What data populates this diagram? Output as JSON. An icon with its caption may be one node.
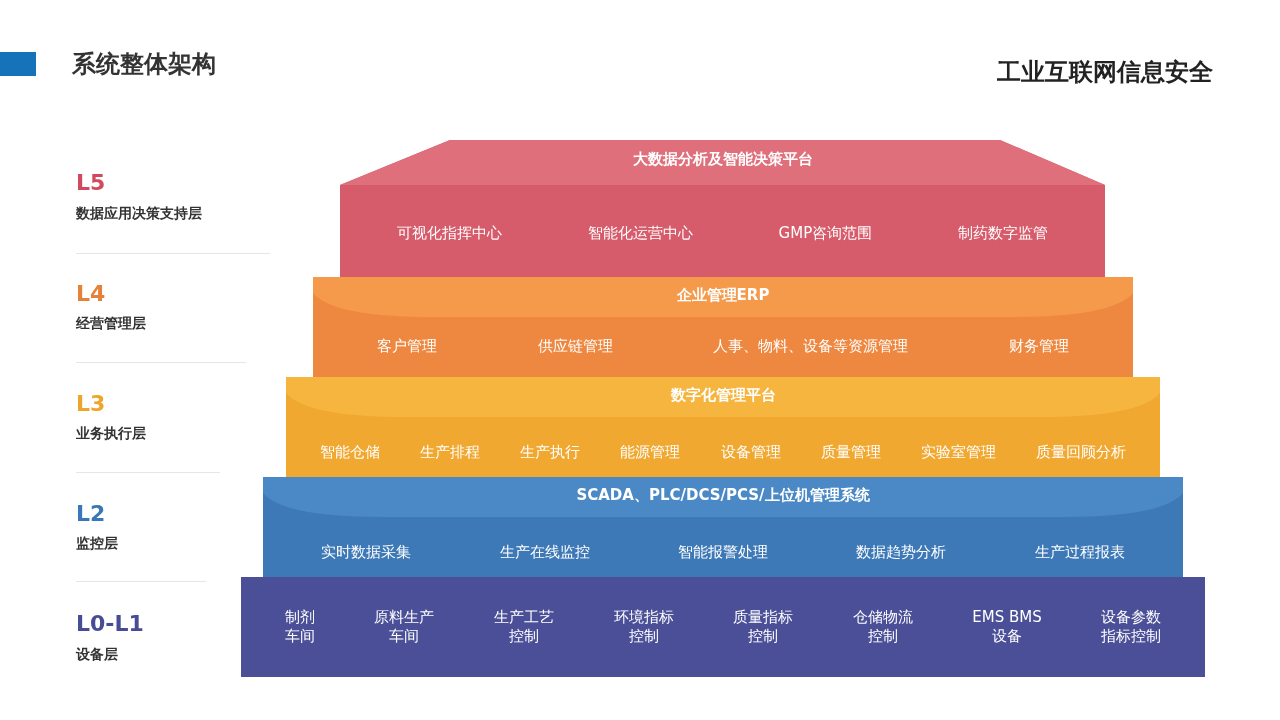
{
  "diagram": {
    "title": "系统整体架构",
    "nodes": [
      {
        "text": [
          "大数据分析及智能决策平台",
          "可视化指挥中心",
          "智能化运营中心",
          "GMP咨询范围",
          "制药数字监管"
        ]
      },
      {
        "text": [
          "企业管理ERP",
          "客户管理",
          "供应链管理",
          "人事、物料、设备等资源管理",
          "财务管理"
        ]
      },
      {
        "text": [
          "数字化管理平台",
          "智能仓储",
          "生产排程",
          "生产执行",
          "能源管理",
          "设备管理",
          "质量管理",
          "实验室管理",
          "质量回顾分析"
        ]
      },
      {
        "text": [
          "SCADA、PLC/DCS/PCS/上位机管理系统",
          "实时数据采集",
          "生产在线监控",
          "智能报警处理",
          "数据趋势分析",
          "生产过程报表"
        ]
      },
      {
        "text": [
          "制剂车间",
          "原料生产车间",
          "生产工艺控制",
          "环境指标控制",
          "质量指标控制",
          "仓储物流控制",
          "EMS BMS设备",
          "设备参数指标控制"
        ]
      }
    ],
    "edges": [],
    "labels": [
      "工业互联网信息安全",
      "L5",
      "数据应用决策支持层",
      "L4",
      "经营管理层",
      "L3",
      "业务执行层",
      "L2",
      "监控层",
      "L0-L1",
      "设备层"
    ]
  }
}
